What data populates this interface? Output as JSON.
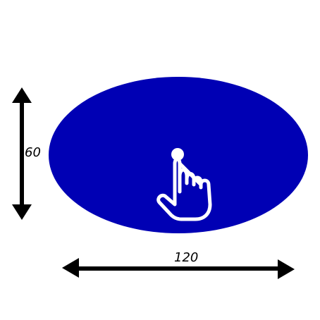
{
  "shape": {
    "type": "ellipse",
    "fill_color": "#0000b4"
  },
  "dimensions": {
    "height_label": "60",
    "width_label": "120"
  },
  "icon": {
    "name": "tap-hand-icon",
    "color": "#ffffff"
  },
  "arrow_color": "#000000"
}
